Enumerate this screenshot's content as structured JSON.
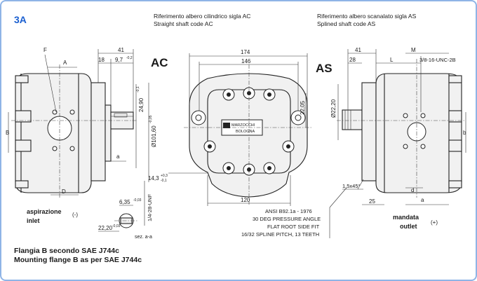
{
  "section_id": "3A",
  "colors": {
    "frame_border": "#8fb4e6",
    "section_id": "#1a5fd0",
    "ink": "#1a1a1a"
  },
  "header": {
    "straight_it": "Riferimento albero cilindrico sigla AC",
    "straight_en": "Straight shaft code AC",
    "splined_it": "Riferimento albero scanalato sigla AS",
    "splined_en": "Splined shaft code AS"
  },
  "codes": {
    "ac": "AC",
    "as": "AS"
  },
  "left_view": {
    "dims": {
      "f": "F",
      "a_top": "A",
      "d41": "41",
      "d18": "18",
      "d9_7": "9,7",
      "d9_7_tol": "-0,2",
      "d24_9": "24,90",
      "d24_9_tol": "-0,1",
      "d101_6": "Ø101,60",
      "d101_6_tol": "-0,05",
      "b": "B",
      "a_bottom": "a",
      "d": "D"
    }
  },
  "center_view": {
    "dims": {
      "d174": "174",
      "d146": "146",
      "d22_05": "22,05",
      "d120": "120",
      "d14_3": "14,3",
      "d14_3_tol_up": "+0,3",
      "d14_3_tol_dn": "-0,1"
    },
    "nameplate": {
      "line1": "MARZOCCHI",
      "line2": "BOLOGNA"
    }
  },
  "right_view": {
    "dims": {
      "d41": "41",
      "d28": "28",
      "l": "L",
      "m": "M",
      "thread": "3/8-16-UNC-2B",
      "d22_20": "Ø22,20",
      "b": "b",
      "d": "d",
      "a": "a",
      "chamfer": "1,5x45°",
      "d25": "25"
    }
  },
  "key_detail": {
    "d6_35": "6,35",
    "d6_35_tol": "-0,03",
    "d22_20": "22,20",
    "d22_20_tol": "-0,03",
    "thread": "1/4-28-UNF",
    "section": "sez. a-a"
  },
  "spline_spec": {
    "line1": "ANSI B92.1a - 1976",
    "line2": "30 DEG PRESSURE ANGLE",
    "line3": "FLAT ROOT SIDE FIT",
    "line4": "16/32 SPLINE PITCH, 13 TEETH"
  },
  "ports": {
    "inlet_it": "aspirazione",
    "inlet_en": "inlet",
    "inlet_sign": "(-)",
    "outlet_it": "mandata",
    "outlet_en": "outlet",
    "outlet_sign": "(+)"
  },
  "flange": {
    "it": "Flangia B secondo SAE J744c",
    "en": "Mounting flange B as per SAE J744c"
  }
}
